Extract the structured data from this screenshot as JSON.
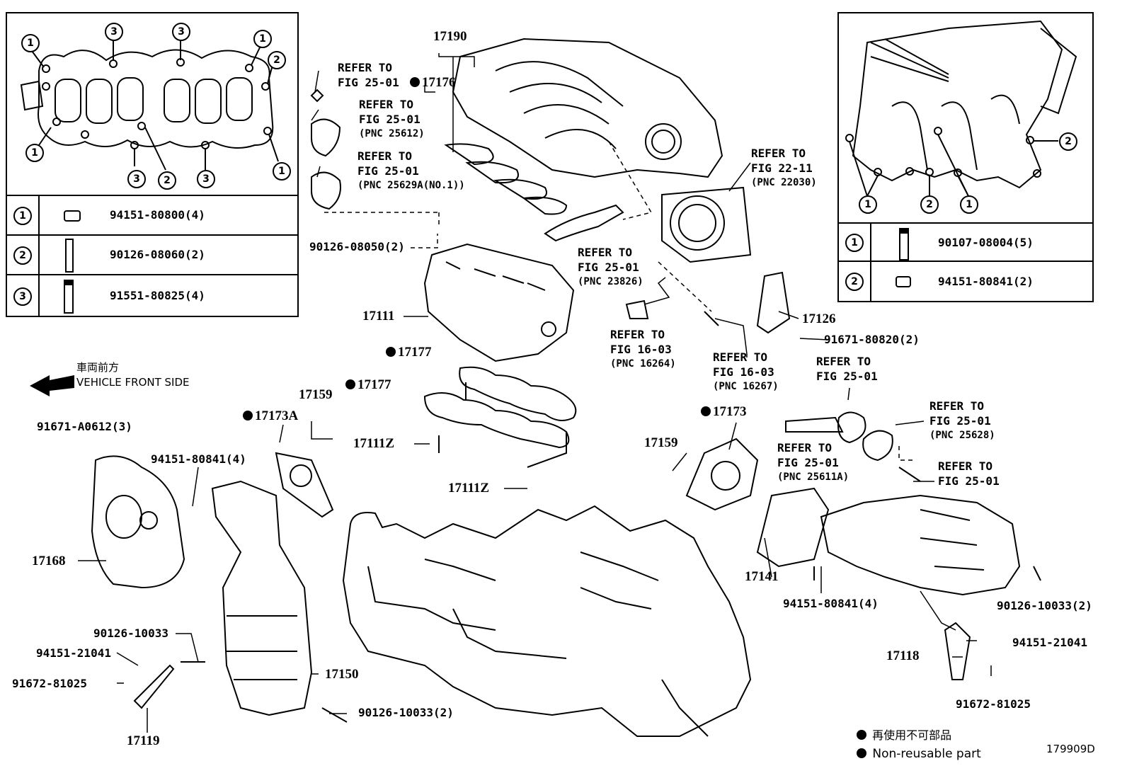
{
  "figure_id": "179909D",
  "left_box": {
    "rows": [
      {
        "num": "1",
        "part": "94151-80800(4)"
      },
      {
        "num": "2",
        "part": "90126-08060(2)"
      },
      {
        "num": "3",
        "part": "91551-80825(4)"
      }
    ],
    "callouts": [
      "1",
      "3",
      "3",
      "1",
      "2",
      "1",
      "3",
      "2",
      "3",
      "1"
    ]
  },
  "right_box": {
    "rows": [
      {
        "num": "1",
        "part": "90107-08004(5)"
      },
      {
        "num": "2",
        "part": "94151-80841(2)"
      }
    ],
    "callouts": [
      "2",
      "1",
      "2",
      "1"
    ]
  },
  "direction": {
    "jp": "車両前方",
    "en": "VEHICLE FRONT SIDE"
  },
  "parts": {
    "p17190": "17190",
    "p17176": "17176",
    "p17111": "17111",
    "p17177a": "17177",
    "p17177b": "17177",
    "p17159a": "17159",
    "p17173a": "17173A",
    "p17111za": "17111Z",
    "p17111zb": "17111Z",
    "p17168": "17168",
    "p17150": "17150",
    "p17119": "17119",
    "p17126": "17126",
    "p17173": "17173",
    "p17159b": "17159",
    "p17141": "17141",
    "p17118": "17118",
    "n90126_08050": "90126-08050(2)",
    "n91671_A0612": "91671-A0612(3)",
    "n94151_80841_4a": "94151-80841(4)",
    "n90126_10033a": "90126-10033",
    "n94151_21041a": "94151-21041",
    "n91672_81025a": "91672-81025",
    "n90126_10033_2a": "90126-10033(2)",
    "n91671_80820": "91671-80820(2)",
    "n94151_80841_4b": "94151-80841(4)",
    "n90126_10033_2b": "90126-10033(2)",
    "n94151_21041b": "94151-21041",
    "n91672_81025b": "91672-81025"
  },
  "refs": {
    "r1": {
      "l1": "REFER TO",
      "l2": "FIG 25-01"
    },
    "r2": {
      "l1": "REFER TO",
      "l2": "FIG 25-01",
      "pnc": "(PNC 25612)"
    },
    "r3": {
      "l1": "REFER TO",
      "l2": "FIG 25-01",
      "pnc": "(PNC 25629A(NO.1))"
    },
    "r4": {
      "l1": "REFER TO",
      "l2": "FIG 22-11",
      "pnc": "(PNC 22030)"
    },
    "r5": {
      "l1": "REFER TO",
      "l2": "FIG 25-01",
      "pnc": "(PNC 23826)"
    },
    "r6": {
      "l1": "REFER TO",
      "l2": "FIG 16-03",
      "pnc": "(PNC 16264)"
    },
    "r7": {
      "l1": "REFER TO",
      "l2": "FIG 16-03",
      "pnc": "(PNC 16267)"
    },
    "r8": {
      "l1": "REFER TO",
      "l2": "FIG 25-01"
    },
    "r9": {
      "l1": "REFER TO",
      "l2": "FIG 25-01",
      "pnc": "(PNC 25628)"
    },
    "r10": {
      "l1": "REFER TO",
      "l2": "FIG 25-01",
      "pnc": "(PNC 25611A)"
    },
    "r11": {
      "l1": "REFER TO",
      "l2": "FIG 25-01"
    }
  },
  "legend": {
    "jp": "再使用不可部品",
    "en": "Non-reusable part"
  }
}
